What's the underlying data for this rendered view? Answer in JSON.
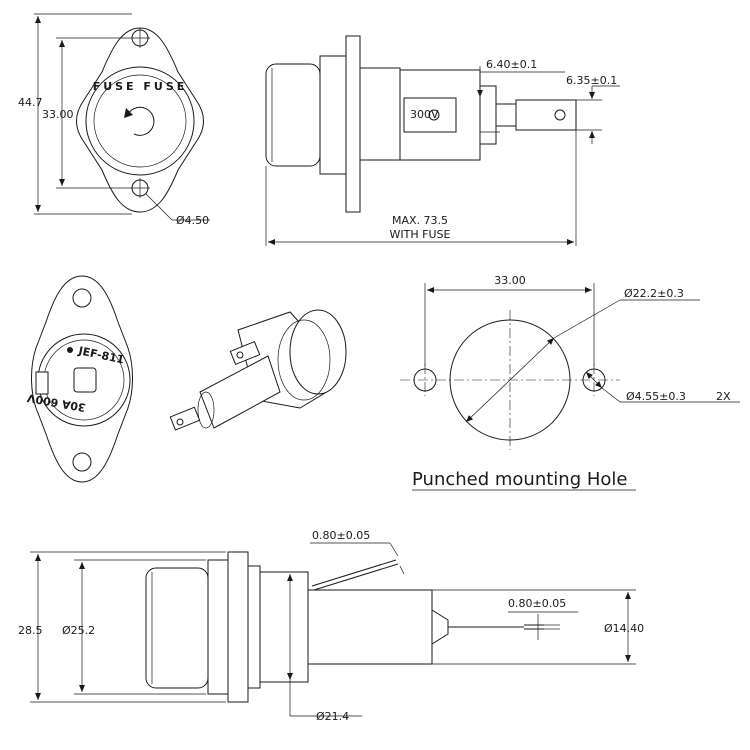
{
  "top_front": {
    "height_label": "44.7",
    "hole_spacing_label": "33.00",
    "hole_dia_label": "Ø4.50",
    "cap_text": "FUSE FUSE"
  },
  "top_side": {
    "terminal_width_label": "6.40±0.1",
    "terminal2_width_label": "6.35±0.1",
    "length_label_1": "MAX. 73.5",
    "length_label_2": "WITH FUSE",
    "rating_text": "300V"
  },
  "rear_view": {
    "part_number": "JEF-811",
    "rating": "30A 600V"
  },
  "punched_hole": {
    "spacing_label": "33.00",
    "main_dia_label": "Ø22.2±0.3",
    "hole_dia_label": "Ø4.55±0.3",
    "qty_label": "2X",
    "caption": "Punched mounting Hole"
  },
  "bottom_side": {
    "flange_height_label": "28.5",
    "cap_dia_label": "Ø25.2",
    "wire_top_label": "0.80±0.05",
    "wire_end_label": "0.80±0.05",
    "body_dia_label": "Ø14.40",
    "thread_dia_label": "Ø21.4"
  },
  "colors": {
    "line": "#1a1a1a",
    "background": "#ffffff",
    "fill_light": "#efefef"
  }
}
